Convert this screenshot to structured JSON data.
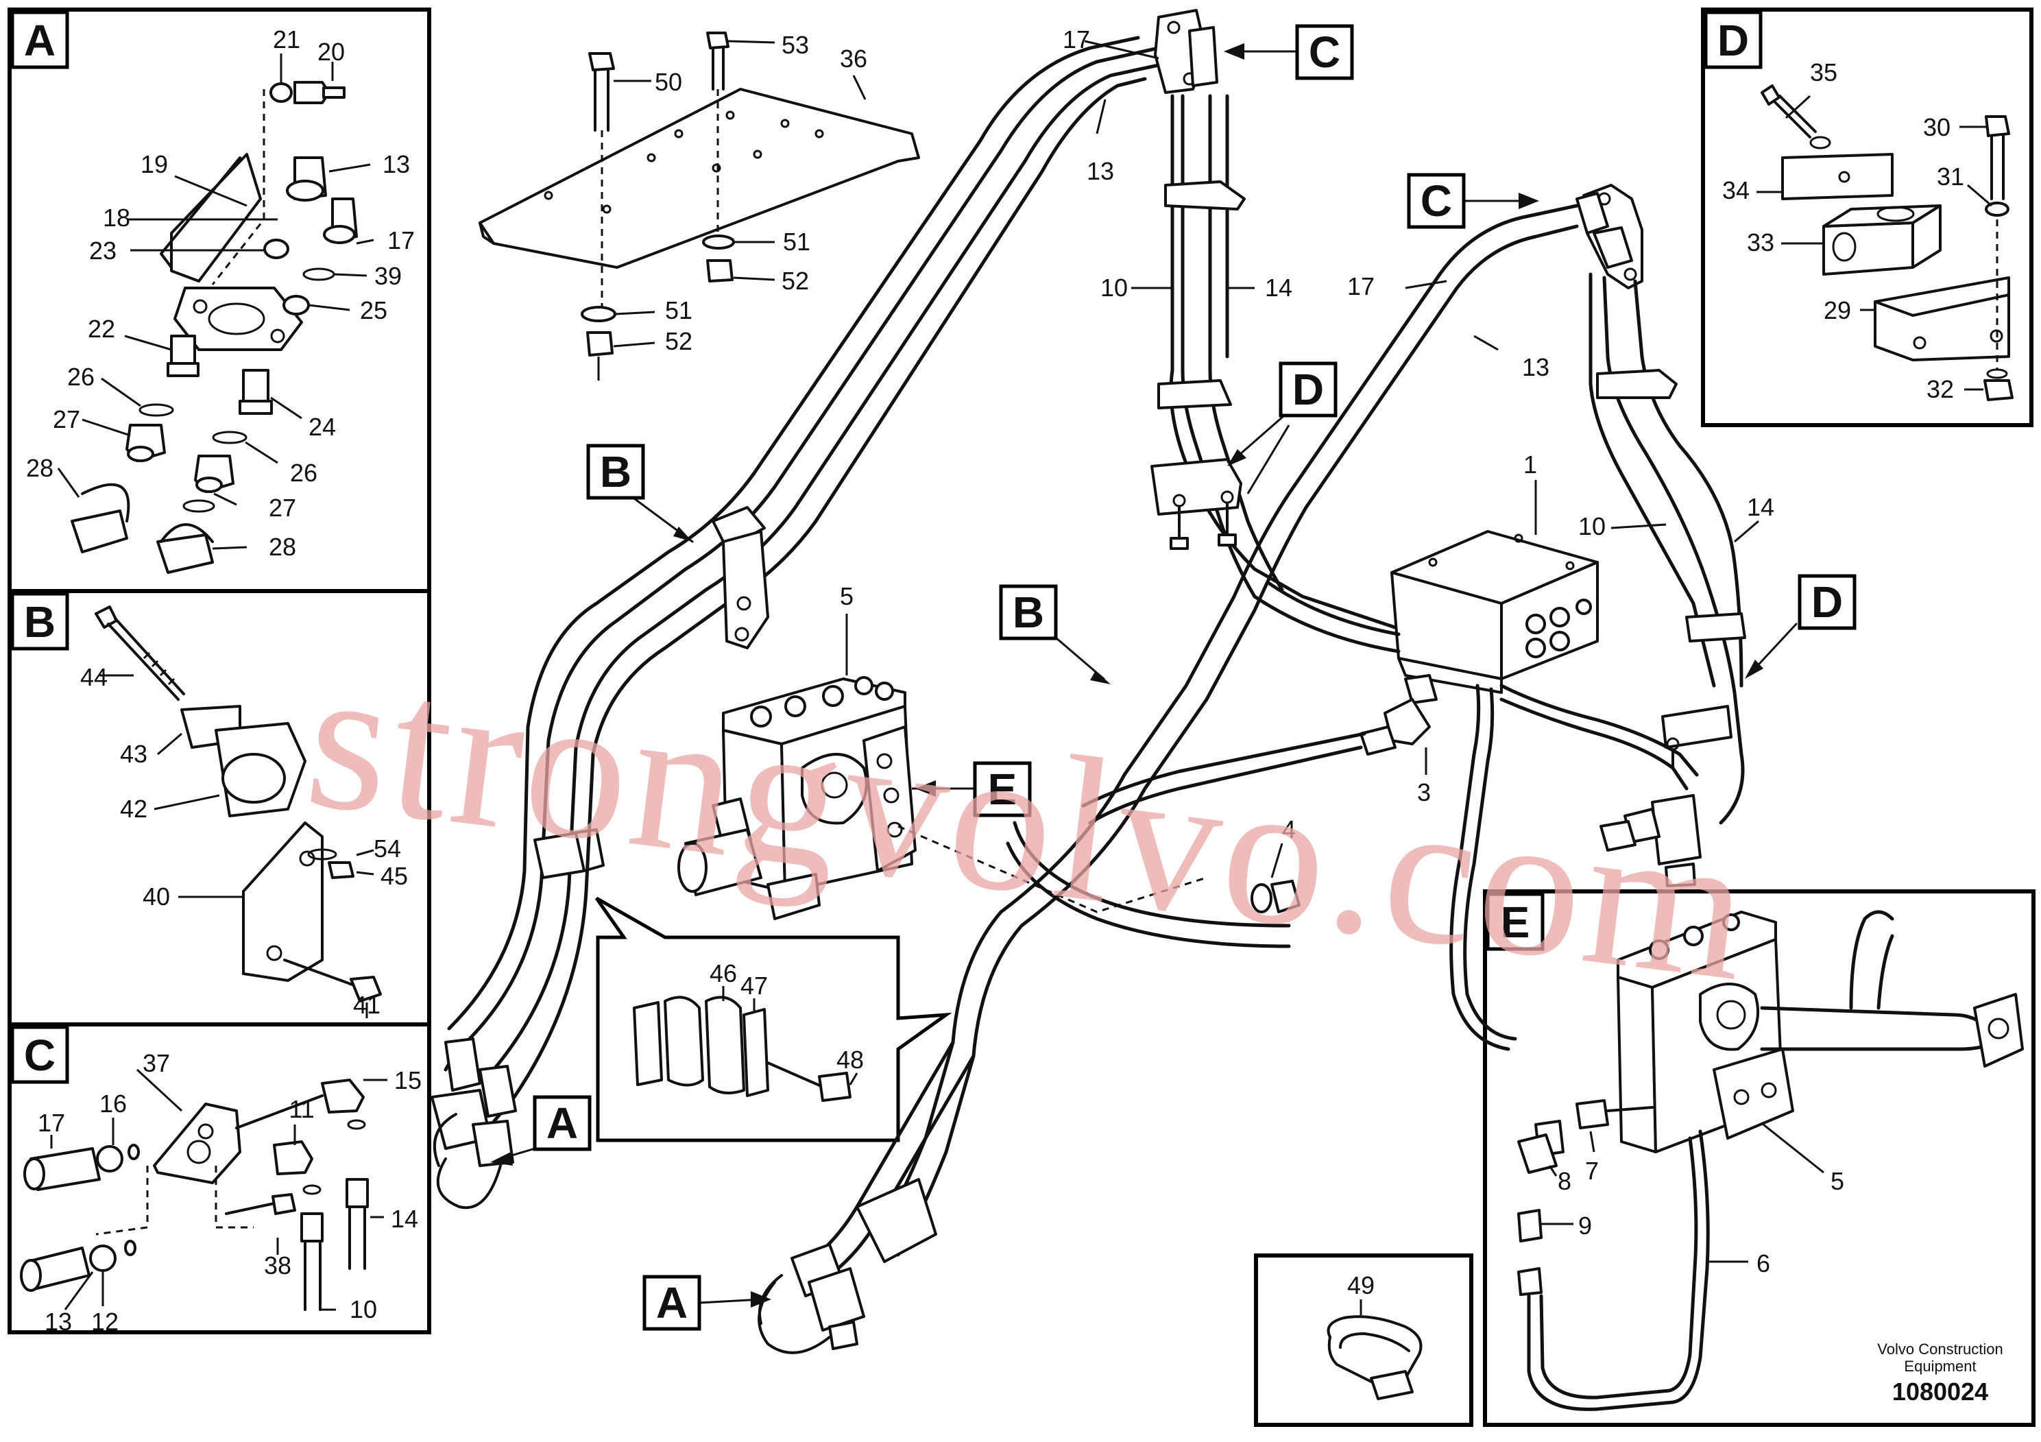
{
  "panels": [
    {
      "id": "A",
      "letter": "A"
    },
    {
      "id": "B",
      "letter": "B"
    },
    {
      "id": "C",
      "letter": "C"
    },
    {
      "id": "D",
      "letter": "D"
    },
    {
      "id": "E",
      "letter": "E"
    }
  ],
  "callouts": {
    "main_B1": "B",
    "main_B2": "B",
    "main_C1": "C",
    "main_C2": "C",
    "main_D1": "D",
    "main_D2": "D",
    "main_E": "E",
    "main_A1": "A",
    "main_A2": "A"
  },
  "labels": {
    "p21": "21",
    "p20": "20",
    "p19": "19",
    "p13a": "13",
    "p18": "18",
    "p23": "23",
    "p17a": "17",
    "p39": "39",
    "p25": "25",
    "p22": "22",
    "p26a": "26",
    "p24": "24",
    "p27a": "27",
    "p26b": "26",
    "p28a": "28",
    "p27b": "27",
    "p28b": "28",
    "p44": "44",
    "p43": "43",
    "p42": "42",
    "p54": "54",
    "p45": "45",
    "p40": "40",
    "p41": "41",
    "p37": "37",
    "p15": "15",
    "p16": "16",
    "p17c": "17",
    "p11": "11",
    "p14c": "14",
    "p13c": "13",
    "p12": "12",
    "p38": "38",
    "p10c": "10",
    "p35": "35",
    "p30": "30",
    "p34": "34",
    "p31": "31",
    "p33": "33",
    "p29": "29",
    "p32": "32",
    "p53": "53",
    "p36": "36",
    "p50": "50",
    "p51a": "51",
    "p52a": "52",
    "p51b": "51",
    "p52b": "52",
    "p17m": "17",
    "p13m": "13",
    "p10m": "10",
    "p14m": "14",
    "p17m2": "17",
    "p13m2": "13",
    "p1": "1",
    "p10m2": "10",
    "p14m2": "14",
    "p5": "5",
    "p3": "3",
    "p4": "4",
    "p46": "46",
    "p47": "47",
    "p48": "48",
    "p5e": "5",
    "p7": "7",
    "p8": "8",
    "p9": "9",
    "p6": "6",
    "p49": "49"
  },
  "watermark": "strongvolvo.com",
  "credit": {
    "line1": "Volvo Construction",
    "line2": "Equipment",
    "doc_number": "1080024"
  }
}
